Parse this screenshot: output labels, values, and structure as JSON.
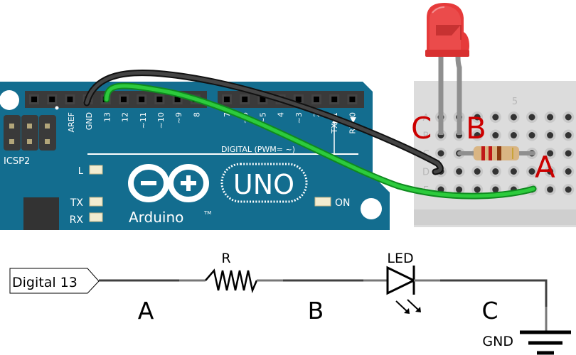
{
  "arduino": {
    "header_top_labels": [
      "AREF",
      "GND",
      "13",
      "12",
      "~11",
      "~10",
      "~9",
      "8"
    ],
    "header_top_labels_right": [
      "7",
      "~6",
      "~5",
      "4",
      "~3",
      "2",
      "TX▶1",
      "RX◀0"
    ],
    "digital_label": "DIGITAL (PWM= ~)",
    "icsp_label": "ICSP2",
    "led_l": "L",
    "led_tx": "TX",
    "led_rx": "RX",
    "led_on": "ON",
    "brand": "Arduino",
    "tm": "TM",
    "model": "UNO",
    "colors": {
      "board": "#136d8f",
      "header": "#3a3a3a",
      "wire_green": "#22bb33",
      "wire_black": "#222222"
    }
  },
  "breadboard": {
    "column_label": "5",
    "row_labels": [
      "A",
      "B",
      "C",
      "D",
      "E"
    ]
  },
  "wiring_markers": {
    "a": "A",
    "b": "B",
    "c": "C",
    "color": "#cc0000"
  },
  "schematic": {
    "input_label": "Digital 13",
    "resistor_label": "R",
    "led_label": "LED",
    "ground_label": "GND",
    "segment_a": "A",
    "segment_b": "B",
    "segment_c": "C"
  }
}
